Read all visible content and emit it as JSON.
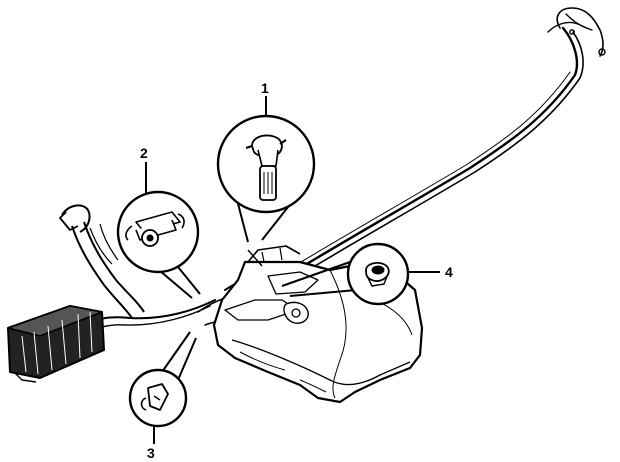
{
  "callouts": {
    "c1": "1",
    "c2": "2",
    "c3": "3",
    "c4": "4"
  },
  "colors": {
    "ink": "#000000",
    "paper": "#ffffff",
    "shade": "#444444"
  },
  "icons": [
    "fuel-tank",
    "fuel-filler-neck",
    "charcoal-canister",
    "fuel-line",
    "fuel-pump-sender",
    "hose-clamp",
    "clip",
    "grommet"
  ]
}
